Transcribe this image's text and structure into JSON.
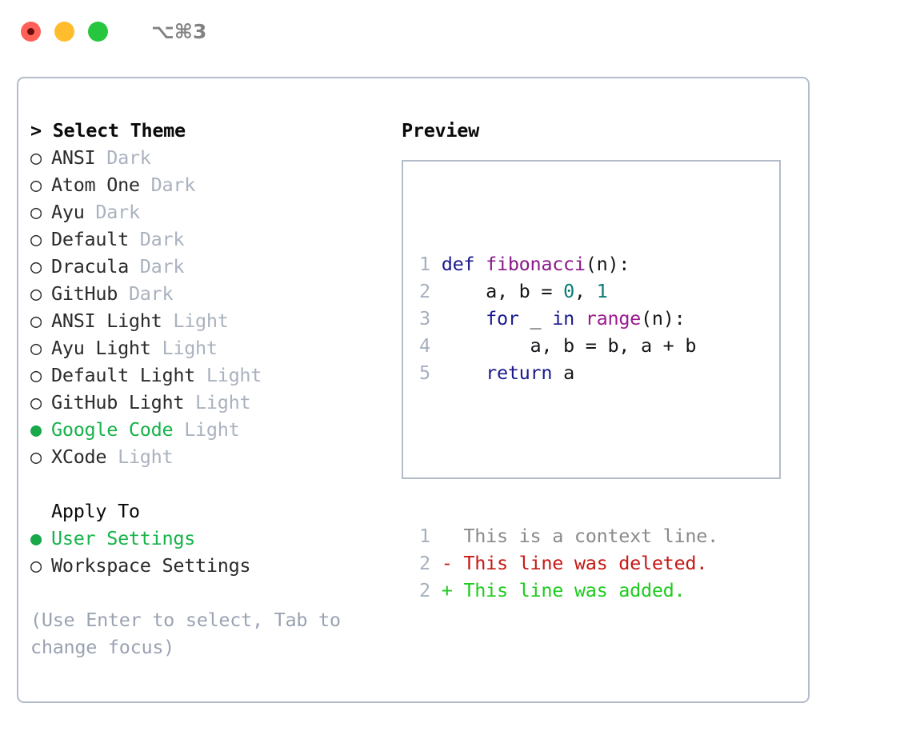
{
  "window": {
    "shortcut_label": "⌥⌘3",
    "traffic_lights": [
      "close",
      "minimize",
      "maximize"
    ]
  },
  "theme_panel": {
    "header": "> Select Theme",
    "items": [
      {
        "marker": "○",
        "name": "ANSI",
        "badge": "Dark",
        "selected": false
      },
      {
        "marker": "○",
        "name": "Atom One",
        "badge": "Dark",
        "selected": false
      },
      {
        "marker": "○",
        "name": "Ayu",
        "badge": "Dark",
        "selected": false
      },
      {
        "marker": "○",
        "name": "Default",
        "badge": "Dark",
        "selected": false
      },
      {
        "marker": "○",
        "name": "Dracula",
        "badge": "Dark",
        "selected": false
      },
      {
        "marker": "○",
        "name": "GitHub",
        "badge": "Dark",
        "selected": false
      },
      {
        "marker": "○",
        "name": "ANSI Light",
        "badge": "Light",
        "selected": false
      },
      {
        "marker": "○",
        "name": "Ayu Light",
        "badge": "Light",
        "selected": false
      },
      {
        "marker": "○",
        "name": "Default Light",
        "badge": "Light",
        "selected": false
      },
      {
        "marker": "○",
        "name": "GitHub Light",
        "badge": "Light",
        "selected": false
      },
      {
        "marker": "●",
        "name": "Google Code",
        "badge": "Light",
        "selected": true
      },
      {
        "marker": "○",
        "name": "XCode",
        "badge": "Light",
        "selected": false
      }
    ]
  },
  "apply_to": {
    "title": "Apply To",
    "items": [
      {
        "marker": "●",
        "name": "User Settings",
        "selected": true
      },
      {
        "marker": "○",
        "name": "Workspace Settings",
        "selected": false
      }
    ]
  },
  "hint": "(Use Enter to select, Tab to change focus)",
  "preview": {
    "title": "Preview",
    "code_lines": [
      {
        "no": "1",
        "tokens": [
          {
            "t": "def ",
            "c": "kw"
          },
          {
            "t": "fibonacci",
            "c": "fn"
          },
          {
            "t": "(n):",
            "c": "plain"
          }
        ]
      },
      {
        "no": "2",
        "tokens": [
          {
            "t": "    a, b = ",
            "c": "plain"
          },
          {
            "t": "0",
            "c": "num"
          },
          {
            "t": ", ",
            "c": "plain"
          },
          {
            "t": "1",
            "c": "num"
          }
        ]
      },
      {
        "no": "3",
        "tokens": [
          {
            "t": "    ",
            "c": "plain"
          },
          {
            "t": "for",
            "c": "kw"
          },
          {
            "t": " _ ",
            "c": "plain"
          },
          {
            "t": "in",
            "c": "kw"
          },
          {
            "t": " ",
            "c": "plain"
          },
          {
            "t": "range",
            "c": "bi"
          },
          {
            "t": "(n):",
            "c": "plain"
          }
        ]
      },
      {
        "no": "4",
        "tokens": [
          {
            "t": "        a, b = b, a + b",
            "c": "plain"
          }
        ]
      },
      {
        "no": "5",
        "tokens": [
          {
            "t": "    ",
            "c": "plain"
          },
          {
            "t": "return",
            "c": "kw"
          },
          {
            "t": " a",
            "c": "plain"
          }
        ]
      }
    ],
    "diff_lines": [
      {
        "no": "1",
        "sign": " ",
        "text": "This is a context line.",
        "kind": "ctx"
      },
      {
        "no": "2",
        "sign": "-",
        "text": "This line was deleted.",
        "kind": "del"
      },
      {
        "no": "2",
        "sign": "+",
        "text": "This line was added.",
        "kind": "add"
      }
    ]
  },
  "colors": {
    "accent_green": "#16b34a",
    "badge_grey": "#aab2bf",
    "border": "#b3bcca",
    "keyword": "#1a1a8f",
    "function": "#8a1a8a",
    "builtin": "#9b1b8f",
    "number": "#0a7d77",
    "diff_deleted": "#c41a16",
    "diff_added": "#1ecb1e",
    "line_number": "#a7b0bf"
  }
}
